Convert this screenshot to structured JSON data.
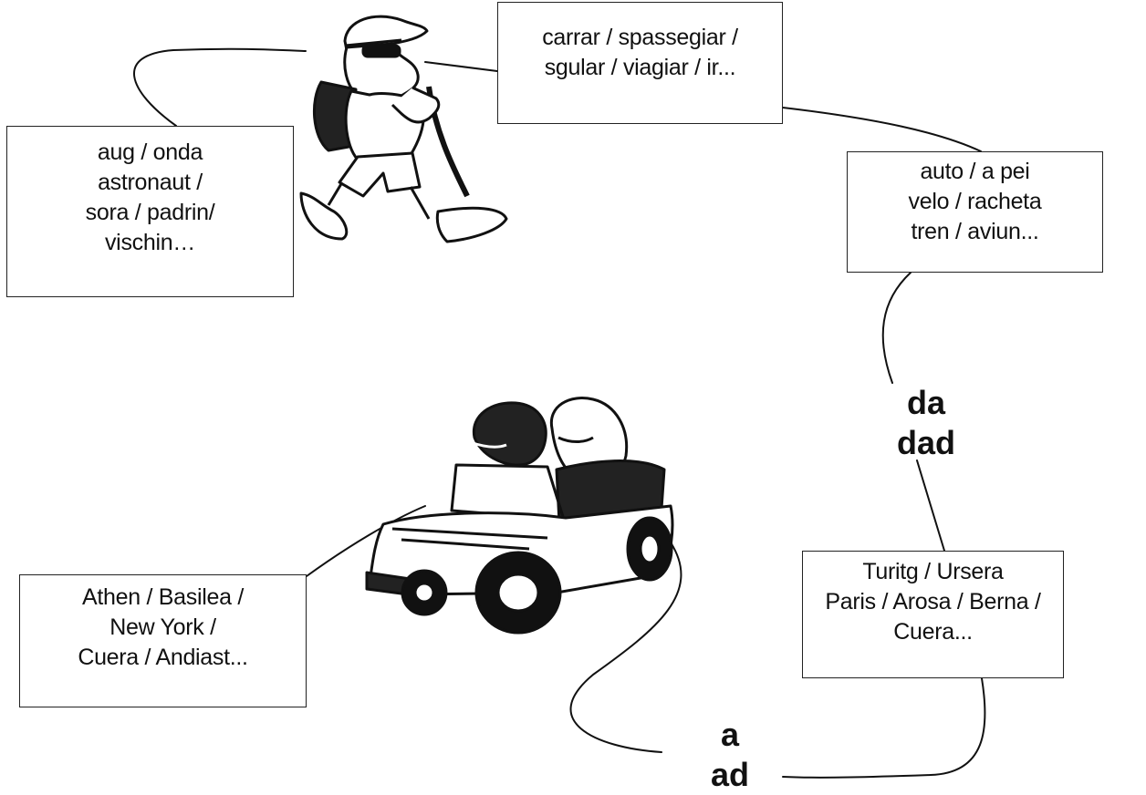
{
  "boxes": {
    "verbs": [
      "carrar / spassegiar /",
      "sgular  / viagiar / ir..."
    ],
    "people": [
      "aug / onda",
      "astronaut /",
      "sora / padrin/",
      "vischin…"
    ],
    "transport": [
      "auto / a pei",
      "velo / racheta",
      "tren / aviun..."
    ],
    "places_from": [
      "Turitg / Ursera",
      "Paris / Arosa / Berna /",
      "Cuera..."
    ],
    "places_to": [
      "Athen / Basilea /",
      "New York /",
      "Cuera / Andiast..."
    ]
  },
  "prepositions": {
    "from": [
      "da",
      "dad"
    ],
    "to": [
      "a",
      "ad"
    ]
  },
  "illustrations": [
    "hiker-illustration",
    "jeep-with-passengers-illustration"
  ]
}
